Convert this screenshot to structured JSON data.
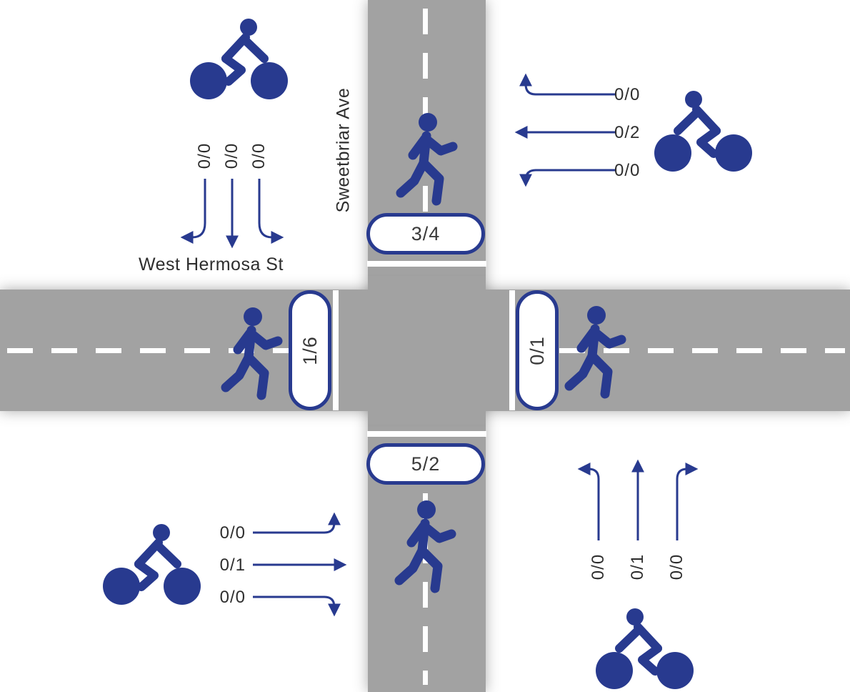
{
  "colors": {
    "blue": "#283a8f",
    "road": "#a2a2a2",
    "ink": "#2e2e2e"
  },
  "streets": {
    "north_south": "Sweetbriar Ave",
    "east_west": "West Hermosa St"
  },
  "crosswalk_counts": {
    "north": "3/4",
    "south": "5/2",
    "west": "1/6",
    "east": "0/1"
  },
  "bike_turn_counts": {
    "northwest_southbound": [
      "0/0",
      "0/0",
      "0/0"
    ],
    "northeast_westbound": [
      "0/0",
      "0/2",
      "0/0"
    ],
    "southwest_eastbound": [
      "0/0",
      "0/1",
      "0/0"
    ],
    "southeast_northbound": [
      "0/0",
      "0/1",
      "0/0"
    ]
  },
  "icons": {
    "pedestrian": "walking-person-pictogram",
    "cyclist": "person-on-bicycle-pictogram",
    "turn_arrows": "left-through-right-turn-arrows"
  }
}
